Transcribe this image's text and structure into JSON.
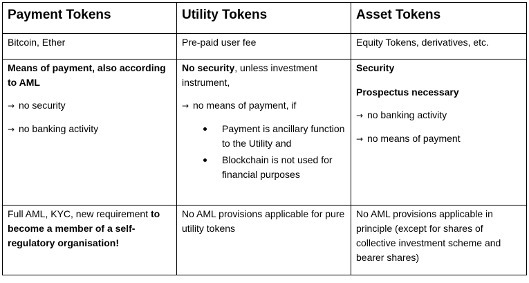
{
  "headers": [
    "Payment Tokens",
    "Utility Tokens",
    "Asset Tokens"
  ],
  "examples": [
    "Bitcoin, Ether",
    "Pre-paid user fee",
    "Equity Tokens, derivatives, etc."
  ],
  "regulation": {
    "payment": {
      "bold_line": "Means of payment, also according to AML",
      "arrows": [
        "no security",
        "no banking activity"
      ]
    },
    "utility": {
      "bold_part": "No security",
      "rest": ", unless investment instrument,",
      "arrow": "no means of payment, if",
      "bullets": [
        "Payment is ancillary function to the Utility and",
        "Blockchain is not used for financial purposes"
      ]
    },
    "asset": {
      "bold_lines": [
        "Security",
        "Prospectus necessary"
      ],
      "arrows": [
        "no banking activity",
        "no means of payment"
      ]
    }
  },
  "aml": {
    "payment": {
      "normal": "Full AML, KYC, new requirement ",
      "bold": "to become a member of a self-regulatory organisation!"
    },
    "utility": "No AML provisions applicable for pure utility tokens",
    "asset": "No AML provisions applicable in principle (except for shares of collective investment scheme and bearer shares)"
  },
  "arrow_glyph": "→"
}
